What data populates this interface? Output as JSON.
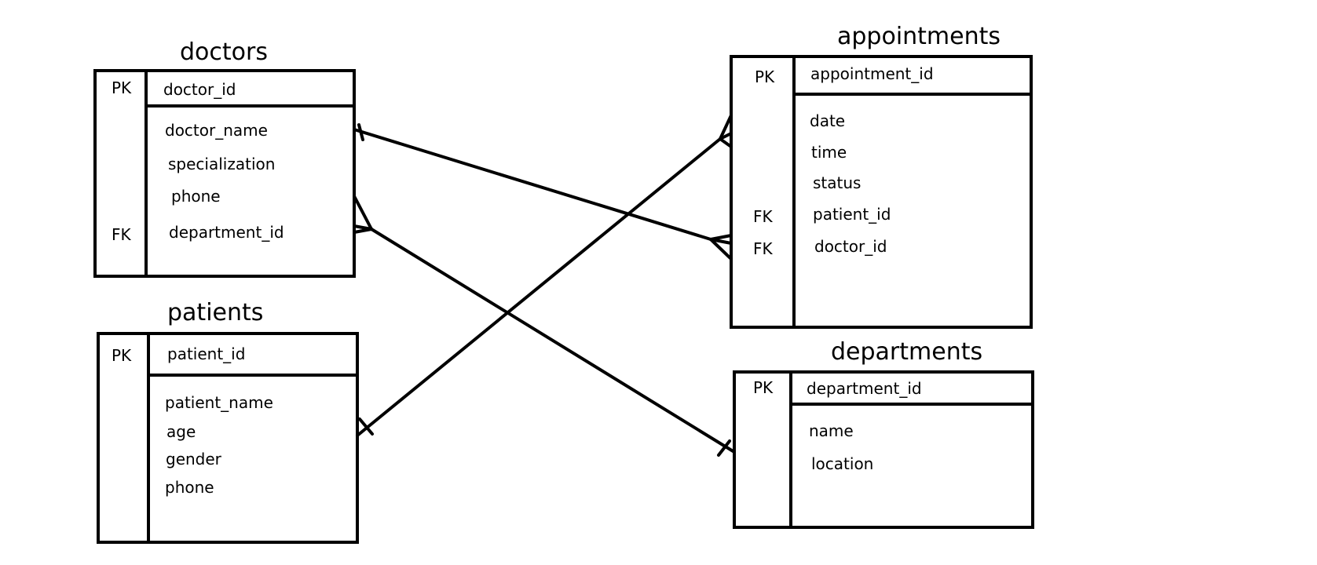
{
  "entities": {
    "doctors": {
      "title": "doctors",
      "pk_marker": "PK",
      "fk_marker": "FK",
      "pk_field": "doctor_id",
      "fields": [
        "doctor_name",
        "specialization",
        "phone",
        "department_id"
      ]
    },
    "patients": {
      "title": "patients",
      "pk_marker": "PK",
      "pk_field": "patient_id",
      "fields": [
        "patient_name",
        "age",
        "gender",
        "phone"
      ]
    },
    "appointments": {
      "title": "appointments",
      "pk_marker": "PK",
      "fk_markers": [
        "FK",
        "FK"
      ],
      "pk_field": "appointment_id",
      "fields": [
        "date",
        "time",
        "status",
        "patient_id",
        "doctor_id"
      ]
    },
    "departments": {
      "title": "departments",
      "pk_marker": "PK",
      "pk_field": "department_id",
      "fields": [
        "name",
        "location"
      ]
    }
  },
  "relationships": [
    {
      "from": "doctors.doctor_name",
      "from_cardinality": "one",
      "to": "appointments.doctor_id",
      "to_cardinality": "many"
    },
    {
      "from": "patients.age",
      "from_cardinality": "one",
      "to": "appointments",
      "to_cardinality": "many"
    },
    {
      "from": "departments",
      "from_cardinality": "one",
      "to": "doctors.department_id",
      "to_cardinality": "many"
    }
  ],
  "colors": {
    "stroke": "#000000",
    "background": "#ffffff"
  }
}
